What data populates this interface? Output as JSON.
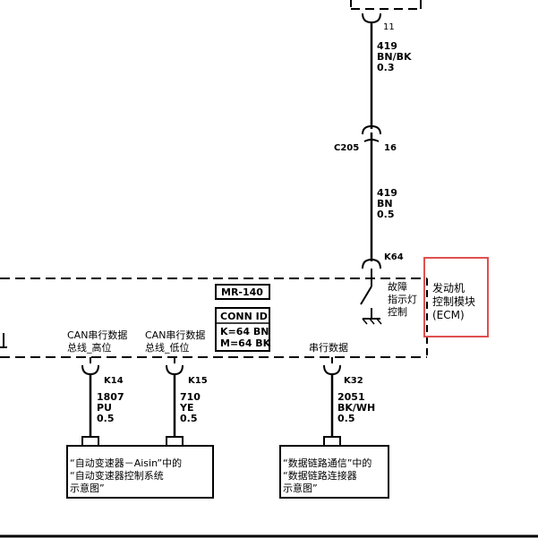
{
  "top_wire": {
    "pin": "11",
    "circuit": "419",
    "color": "BN/BK",
    "gauge": "0.3"
  },
  "c205": {
    "connector": "C205",
    "pin": "16",
    "circuit": "419",
    "color": "BN",
    "gauge": "0.5"
  },
  "ecm": {
    "pin": "K64",
    "mil_label": [
      "故障",
      "指示灯",
      "控制"
    ],
    "name": [
      "发动机",
      "控制模块",
      "(ECM)"
    ],
    "mr_box": "MR-140",
    "conn_id": {
      "title": "CONN ID",
      "line1": "K=64 BN",
      "line2": "M=64 BK"
    },
    "serial_label": "串行数据"
  },
  "can_high": {
    "label": [
      "CAN串行数据",
      "总线_高位"
    ],
    "pin": "K14",
    "circuit": "1807",
    "color": "PU",
    "gauge": "0.5"
  },
  "can_low": {
    "label": [
      "CAN串行数据",
      "总线_低位"
    ],
    "pin": "K15",
    "circuit": "710",
    "color": "YE",
    "gauge": "0.5"
  },
  "serial": {
    "pin": "K32",
    "circuit": "2051",
    "color": "BK/WH",
    "gauge": "0.5"
  },
  "ref_left": [
    "“自动变速器－Aisin”中的",
    "“自动变速器控制系统",
    "示意图”"
  ],
  "ref_right": [
    "“数据链路通信”中的",
    "“数据链路连接器",
    "示意图”"
  ]
}
